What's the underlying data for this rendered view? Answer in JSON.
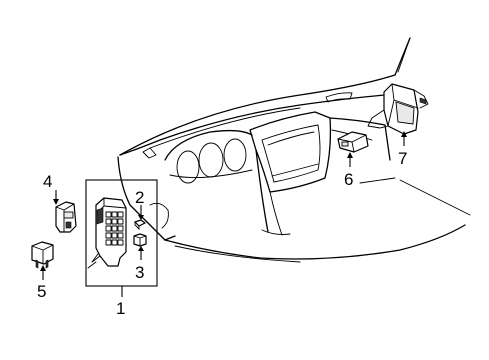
{
  "callouts": {
    "c1": "1",
    "c2": "2",
    "c3": "3",
    "c4": "4",
    "c5": "5",
    "c6": "6",
    "c7": "7"
  }
}
